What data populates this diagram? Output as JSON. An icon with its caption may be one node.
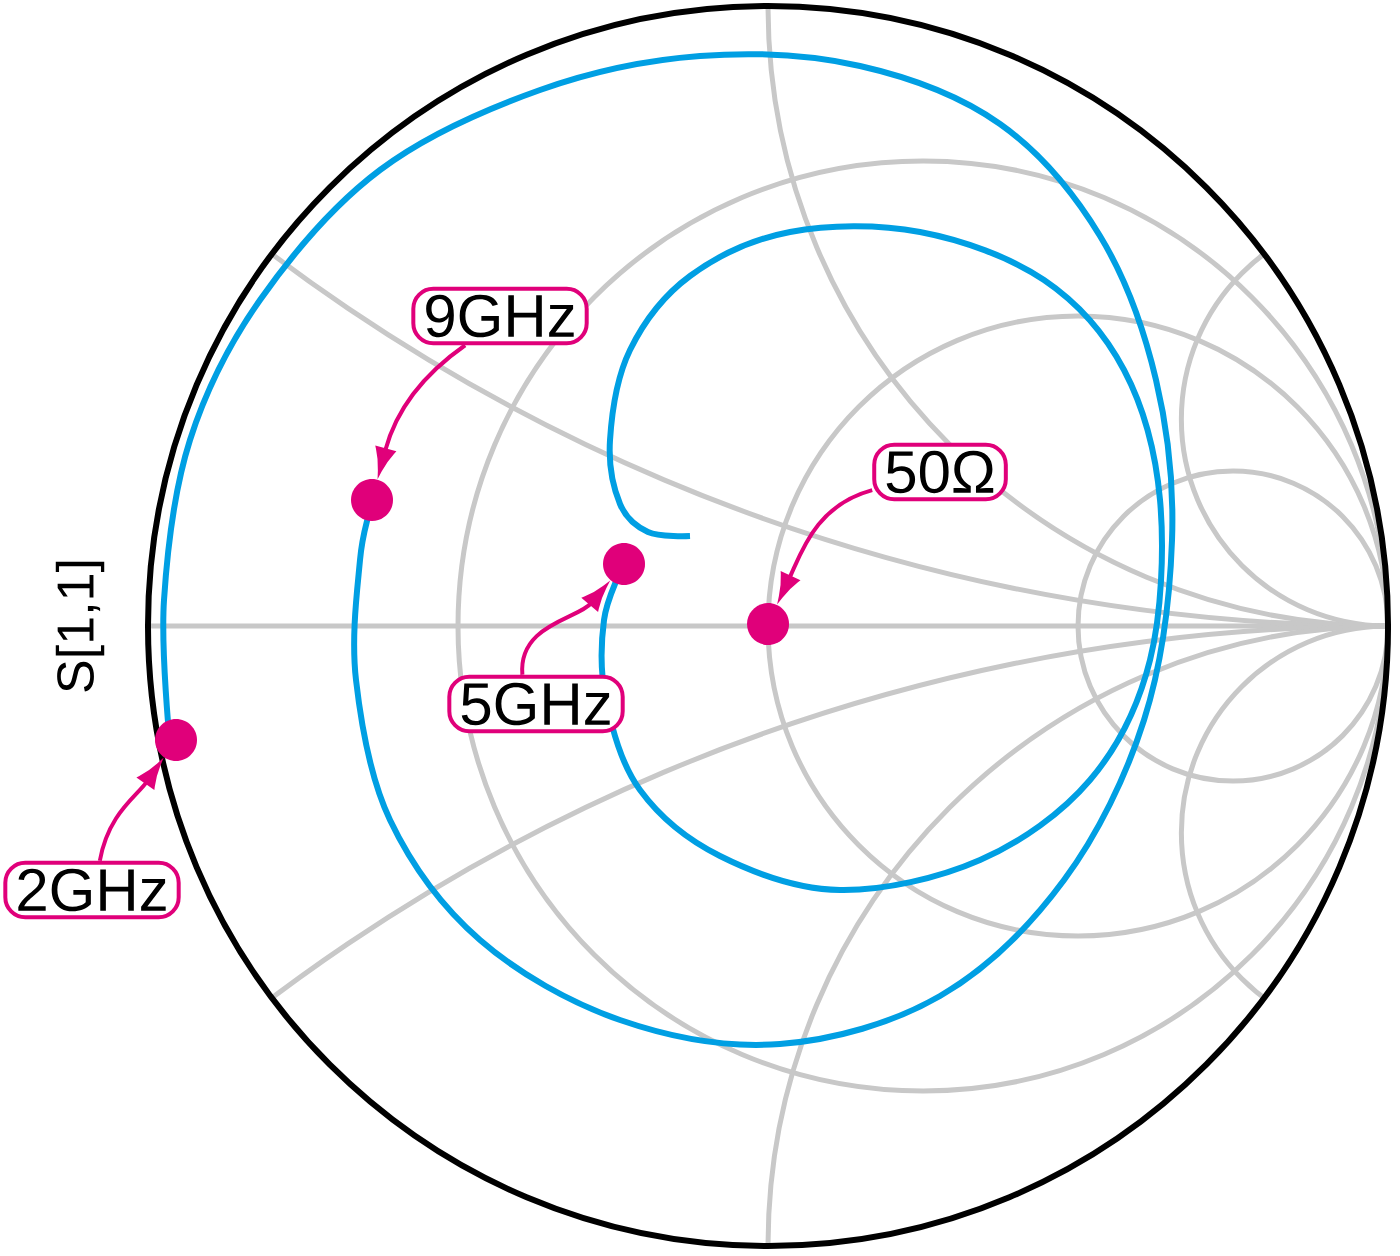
{
  "diagram": {
    "nodes": [
      {
        "text": [
          "9GHz"
        ]
      },
      {
        "text": [],
        "shape": "circle"
      },
      {
        "text": [
          "50Ω"
        ]
      },
      {
        "text": [],
        "shape": "circle"
      },
      {
        "text": [
          "5GHz"
        ]
      },
      {
        "text": [],
        "shape": "circle"
      },
      {
        "text": [
          "2GHz"
        ]
      },
      {
        "text": [],
        "shape": "circle"
      }
    ],
    "edges": [
      {
        "from": 0,
        "to": 1,
        "arrow": "to"
      },
      {
        "from": 2,
        "to": 3,
        "arrow": "to"
      },
      {
        "from": 4,
        "to": 5,
        "arrow": "to"
      },
      {
        "from": 6,
        "to": 7,
        "arrow": "to"
      }
    ],
    "labels": [
      "S[1,1]"
    ]
  }
}
